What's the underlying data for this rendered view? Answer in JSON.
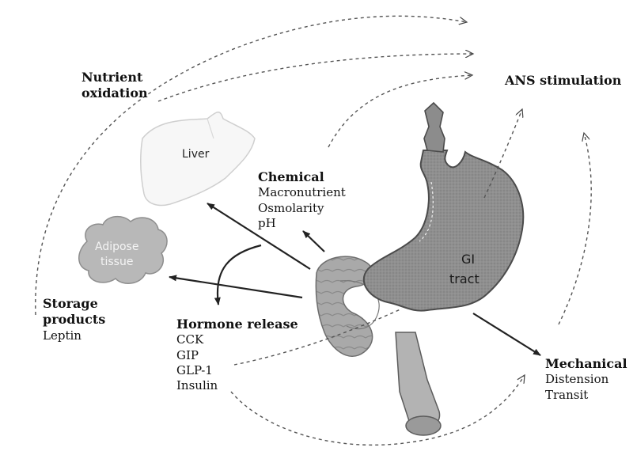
{
  "organs": {
    "liver": "Liver",
    "adipose_line1": "Adipose",
    "adipose_line2": "tissue",
    "gi_line1": "GI",
    "gi_line2": "tract"
  },
  "labels": {
    "ans": "ANS stimulation",
    "nutrient": {
      "line1": "Nutrient",
      "line2": "oxidation"
    },
    "chemical": {
      "heading": "Chemical",
      "items": [
        "Macronutrient",
        "Osmolarity",
        "pH"
      ]
    },
    "storage": {
      "line1": "Storage",
      "line2": "products",
      "item": "Leptin"
    },
    "hormone": {
      "heading": "Hormone release",
      "items": [
        "CCK",
        "GIP",
        "GLP-1",
        "Insulin"
      ]
    },
    "mechanical": {
      "heading": "Mechanical",
      "items": [
        "Distension",
        "Transit"
      ]
    }
  },
  "colors": {
    "stomach_fill": "#8f8f8f",
    "intestine_fill": "#a9a9a9",
    "adipose_fill": "#b8b8b8",
    "arrow": "#333333"
  }
}
